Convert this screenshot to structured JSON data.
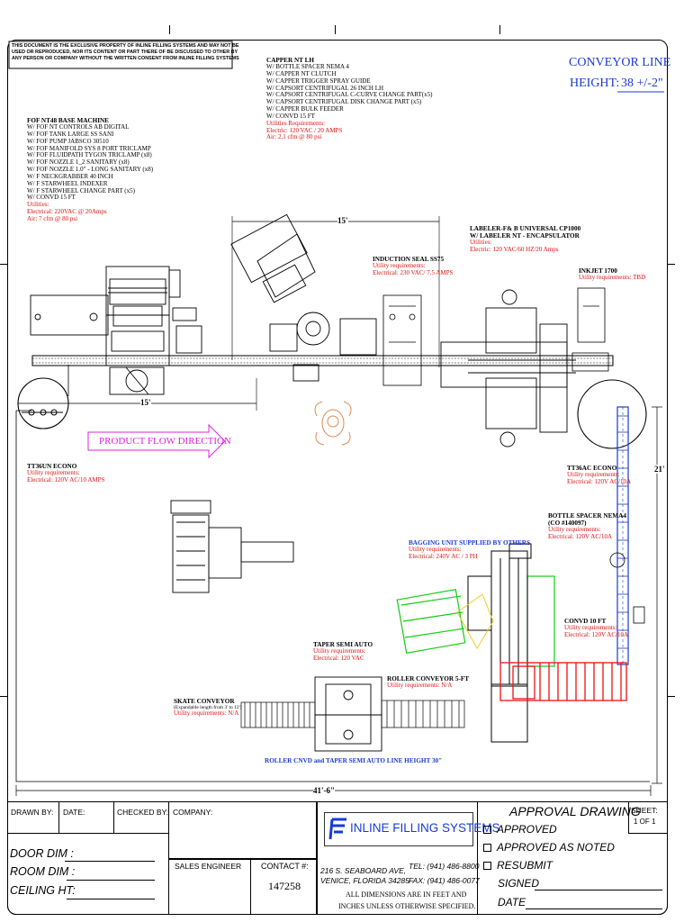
{
  "disclaimer": [
    "THIS DOCUMENT IS THE EXCLUSIVE PROPERTY OF INLINE FILLING SYSTEMS AND MAY NOT BE",
    "USED OR REPRODUCED, NOR ITS CONTENT OR PART THERE OF BE DISCUSSED TO OTHER BY",
    "ANY PERSON OR COMPANY WITHOUT THE WRITTEN CONSENT FROM INLINE FILLING SYSTEMS"
  ],
  "conveyor_line": {
    "label": "CONVEYOR LINE",
    "height_label": "HEIGHT:",
    "height_value": "38 +/-2\""
  },
  "capper": {
    "title": "CAPPER NT LH",
    "items": [
      "W/ BOTTLE SPACER NEMA 4",
      "W/ CAPPER NT CLUTCH",
      "W/ CAPPER TRIGGER SPRAY GUIDE",
      "W/ CAPSORT CENTRIFUGAL 26 INCH LH",
      "W/ CAPSORT CENTRIFUGAL C-CURVE CHANGE PART(x5)",
      "W/ CAPSORT CENTRIFUGAL DISK CHANGE PART (x5)",
      "W/ CAPPER BULK FEEDER",
      "W/ CONVD 15 FT"
    ],
    "utilities": [
      "Utilities Requirements:",
      "Electric: 120 VAC / 20 AMPS",
      "Air: 2.1 cfm @ 80 psi"
    ]
  },
  "base_machine": {
    "title": "FOF NT48 BASE MACHINE",
    "items": [
      "W/ FOF NT CONTROLS AB DIGITAL",
      "W/ FOF TANK LARGE SS SANI",
      "W/ FOF PUMP JABSCO 30510",
      "W/ FOF MANIFOLD SYS 8 PORT TRICLAMP",
      "W/ FOF FLUIDPATH TYGON  TRICLAMP (x8)",
      "W/ FOF NOZZLE 1_2 SANITARY (x8)",
      "W/ FOF NOZZLE 1.0\" - LONG SANITARY (x8)",
      "W/ F NECKGRABBER 40 INCH",
      "W/ F STARWHEEL INDEXER",
      "W/ F STARWHEEL CHANGE PART (x5)",
      "W/ CONVD 15 FT"
    ],
    "utilities": [
      "Utilities:",
      "Electrical: 220VAC @ 20Amps",
      "Air: 7 cfm @ 80 psi"
    ]
  },
  "dims": {
    "d15_top": "15'",
    "d15_left": "15'",
    "d21": "21'",
    "d41": "41'-6\""
  },
  "labeler": {
    "title": [
      "LABELER-F& B UNIVERSAL CP1000",
      "W/ LABELER NT - ENCAPSULATOR"
    ],
    "utilities": [
      "Utilities:",
      "Electric: 120 VAC/60 HZ/20 Amps"
    ]
  },
  "induction": {
    "title": "INDUCTION SEAL SS75",
    "utilities": [
      "Utility requirements:",
      "Electrical: 230 VAC/  7.5 AMPS"
    ]
  },
  "inkjet": {
    "title": "INKJET 1700",
    "utilities": [
      "Utility requirements: TBD"
    ]
  },
  "flow_label": "PRODUCT FLOW DIRECTION",
  "tt36_left": {
    "title": "TT36UN ECONO",
    "utilities": [
      "Utility requirements:",
      "Electrical: 120V AC/10 AMPS"
    ]
  },
  "tt36_right": {
    "title": "TT36AC ECONO",
    "utilities": [
      "Utility requirements:",
      "Electrical: 120V AC/10A"
    ]
  },
  "spacer": {
    "title": [
      "BOTTLE SPACER NEMA4",
      "(CO #140097)"
    ],
    "utilities": [
      "Utility requirements:",
      "Electrical: 120V AC/10A"
    ]
  },
  "bagging": {
    "title": "BAGGING UNIT  SUPPLIED BY OTHERS",
    "utilities": [
      "Utility requirements:",
      "Electrical: 240V AC / 3 PH"
    ]
  },
  "convd10": {
    "title": "CONVD 10 FT",
    "utilities": [
      "Utility requirements:",
      "Electrical: 120V AC/10A"
    ]
  },
  "taper": {
    "title": "TAPER SEMI AUTO",
    "utilities": [
      "Utility requirements:",
      "Electrical: 120 VAC"
    ]
  },
  "roller": {
    "title": "ROLLER CONVEYOR 5-FT",
    "utilities": [
      "Utility requirements: N/A"
    ]
  },
  "skate": {
    "title": "SKATE CONVEYOR",
    "utilities": [
      "(Expandable length from 3' to 12')",
      "Utility requirements: N/A"
    ]
  },
  "footnote": "ROLLER CNVD and TAPER SEMI AUTO LINE HEIGHT 30\"",
  "title_block": {
    "drawn_by": "DRAWN BY:",
    "date": "DATE:",
    "checked_by": "CHECKED BY:",
    "company": "COMPANY:",
    "door_dim": "DOOR DIM :",
    "room_dim": "ROOM DIM :",
    "ceiling": "CEILING HT:",
    "sales_engineer": "SALES ENGINEER",
    "contact_label": "CONTACT #:",
    "contact_value": "147258",
    "logo": "INLINE FILLING SYSTEMS",
    "address_1": "216 S. SEABOARD AVE,",
    "address_2": "VENICE, FLORIDA 34285",
    "tel": "TEL: (941) 486-8800",
    "fax": "FAX: (941) 486-0077",
    "note_1": "ALL DIMENSIONS ARE IN FEET AND",
    "note_2": "INCHES UNLESS OTHERWISE SPECIFIED.",
    "approval_title": "APPROVAL DRAWING",
    "opt_approved": "APPROVED",
    "opt_noted": "APPROVED AS NOTED",
    "opt_resubmit": "RESUBMIT",
    "signed": "SIGNED",
    "date2": "DATE",
    "sheet_label": "SHEET:",
    "sheet_value": "1  OF 1"
  }
}
